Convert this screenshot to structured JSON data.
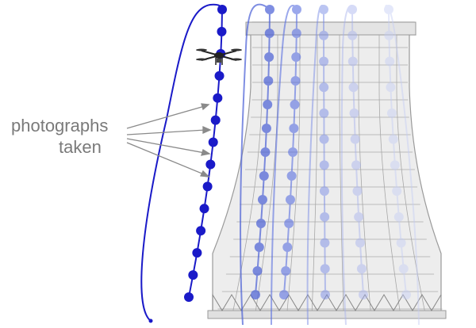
{
  "annotation": {
    "line1": "photographs",
    "line2": "taken"
  },
  "flight_paths": [
    {
      "name": "path-1",
      "color": "#1a1ac8",
      "opacity": 1.0,
      "points_count": 14
    },
    {
      "name": "path-2",
      "color": "#4a5fd6",
      "opacity": 0.7,
      "points_count": 13
    },
    {
      "name": "path-3",
      "color": "#5a6fe0",
      "opacity": 0.6,
      "points_count": 13
    },
    {
      "name": "path-4",
      "color": "#7a8ce6",
      "opacity": 0.5,
      "points_count": 12
    },
    {
      "name": "path-5",
      "color": "#a5b0ee",
      "opacity": 0.45,
      "points_count": 12
    },
    {
      "name": "path-6",
      "color": "#c5cdf4",
      "opacity": 0.45,
      "points_count": 12
    }
  ],
  "colors": {
    "tower_fill": "#eeeeee",
    "tower_stroke": "#9a9a9a",
    "arrow": "#8a8a8a",
    "label": "#7a7a7a"
  }
}
